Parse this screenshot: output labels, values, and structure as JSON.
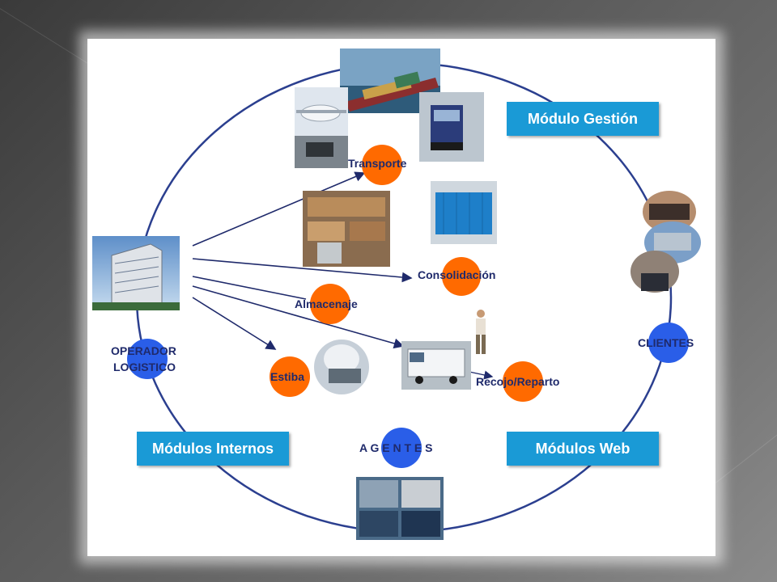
{
  "colors": {
    "box_blue": "#1a9ad6",
    "node_orange": "#ff6a00",
    "node_blue": "#2a5ee8",
    "ring": "#2b3f8f",
    "arrow": "#1f2a6b",
    "label_text": "#1f2a6b"
  },
  "boxes": {
    "gestion": "Módulo Gestión",
    "internos": "Módulos Internos",
    "web": "Módulos Web"
  },
  "nodes": {
    "transporte": "Transporte",
    "consolidacion": "Consolidación",
    "almacenaje": "Almacenaje",
    "estiba": "Estiba",
    "recojo": "Recojo/Reparto",
    "operador_line1": "OPERADOR",
    "operador_line2": "LOGISTICO",
    "clientes": "CLIENTES",
    "agentes": "A G E N T E S"
  },
  "photos": {
    "ship": "cargo-ship-photo",
    "plane": "airplane-photo",
    "truck": "truck-photo",
    "warehouse": "warehouse-photo",
    "container": "container-photo",
    "building": "office-building-photo",
    "van": "delivery-van-photo",
    "worker": "worker-photo",
    "stevedore": "stevedore-photo",
    "clients": "clients-photos",
    "agents": "agents-collage-photo"
  }
}
